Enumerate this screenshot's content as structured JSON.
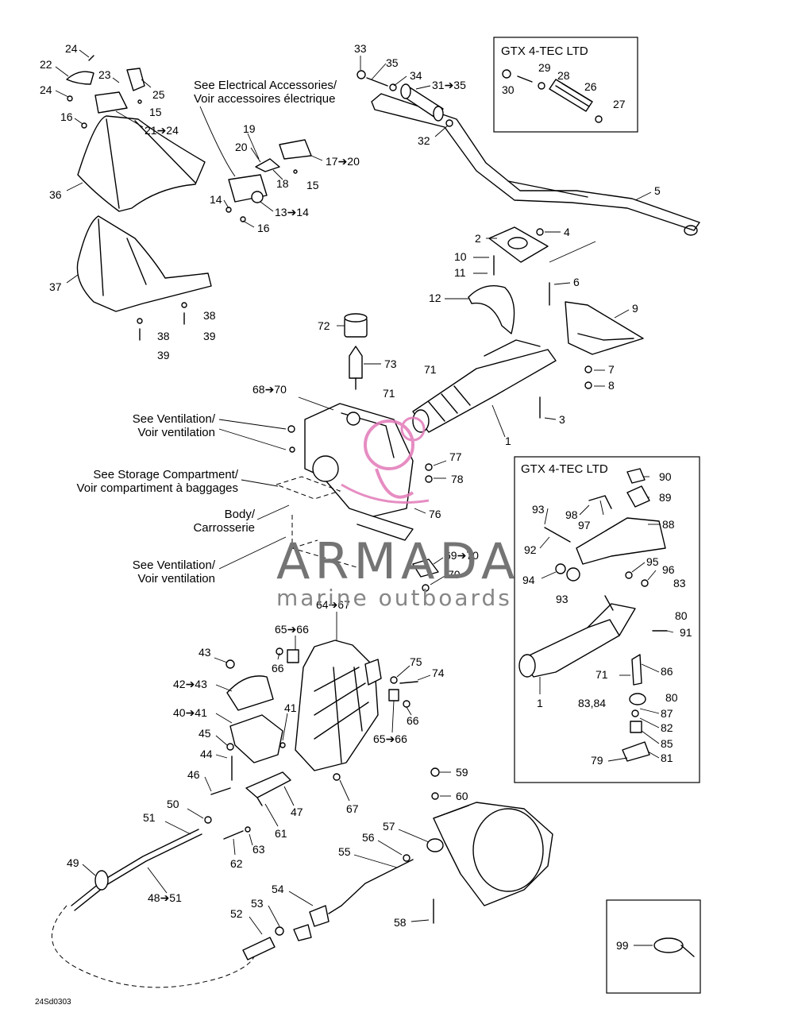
{
  "callouts": [
    {
      "id": "c24a",
      "text": "24"
    },
    {
      "id": "c22",
      "text": "22"
    },
    {
      "id": "c23",
      "text": "23"
    },
    {
      "id": "c25",
      "text": "25"
    },
    {
      "id": "c24b",
      "text": "24"
    },
    {
      "id": "c16a",
      "text": "16"
    },
    {
      "id": "c15a",
      "text": "15"
    },
    {
      "id": "c21",
      "text": "21➔24"
    },
    {
      "id": "c36",
      "text": "36"
    },
    {
      "id": "c19",
      "text": "19"
    },
    {
      "id": "c20",
      "text": "20"
    },
    {
      "id": "c17",
      "text": "17➔20"
    },
    {
      "id": "c18",
      "text": "18"
    },
    {
      "id": "c15b",
      "text": "15"
    },
    {
      "id": "c14",
      "text": "14"
    },
    {
      "id": "c13",
      "text": "13➔14"
    },
    {
      "id": "c16b",
      "text": "16"
    },
    {
      "id": "c37",
      "text": "37"
    },
    {
      "id": "c38a",
      "text": "38"
    },
    {
      "id": "c38b",
      "text": "38"
    },
    {
      "id": "c39a",
      "text": "39"
    },
    {
      "id": "c39b",
      "text": "39"
    },
    {
      "id": "c33",
      "text": "33"
    },
    {
      "id": "c35",
      "text": "35"
    },
    {
      "id": "c34",
      "text": "34"
    },
    {
      "id": "c31",
      "text": "31➔35"
    },
    {
      "id": "c32",
      "text": "32"
    },
    {
      "id": "c30",
      "text": "30"
    },
    {
      "id": "c29",
      "text": "29"
    },
    {
      "id": "c28",
      "text": "28"
    },
    {
      "id": "c26",
      "text": "26"
    },
    {
      "id": "c27",
      "text": "27"
    },
    {
      "id": "c5",
      "text": "5"
    },
    {
      "id": "c2",
      "text": "2"
    },
    {
      "id": "c4",
      "text": "4"
    },
    {
      "id": "c10",
      "text": "10"
    },
    {
      "id": "c11",
      "text": "11"
    },
    {
      "id": "c6",
      "text": "6"
    },
    {
      "id": "c12",
      "text": "12"
    },
    {
      "id": "c9",
      "text": "9"
    },
    {
      "id": "c72",
      "text": "72"
    },
    {
      "id": "c73",
      "text": "73"
    },
    {
      "id": "c71a",
      "text": "71"
    },
    {
      "id": "c71b",
      "text": "71"
    },
    {
      "id": "c7",
      "text": "7"
    },
    {
      "id": "c8",
      "text": "8"
    },
    {
      "id": "c68",
      "text": "68➔70"
    },
    {
      "id": "c3",
      "text": "3"
    },
    {
      "id": "c1a",
      "text": "1"
    },
    {
      "id": "c77",
      "text": "77"
    },
    {
      "id": "c78",
      "text": "78"
    },
    {
      "id": "c76",
      "text": "76"
    },
    {
      "id": "c69",
      "text": "69➔70"
    },
    {
      "id": "c70",
      "text": "70"
    },
    {
      "id": "c90",
      "text": "90"
    },
    {
      "id": "c89",
      "text": "89"
    },
    {
      "id": "c93a",
      "text": "93"
    },
    {
      "id": "c98",
      "text": "98"
    },
    {
      "id": "c97",
      "text": "97"
    },
    {
      "id": "c88",
      "text": "88"
    },
    {
      "id": "c92",
      "text": "92"
    },
    {
      "id": "c95",
      "text": "95"
    },
    {
      "id": "c96",
      "text": "96"
    },
    {
      "id": "c83a",
      "text": "83"
    },
    {
      "id": "c94",
      "text": "94"
    },
    {
      "id": "c93b",
      "text": "93"
    },
    {
      "id": "c80a",
      "text": "80"
    },
    {
      "id": "c91",
      "text": "91"
    },
    {
      "id": "c1b",
      "text": "1"
    },
    {
      "id": "c86",
      "text": "86"
    },
    {
      "id": "c71c",
      "text": "71"
    },
    {
      "id": "c80b",
      "text": "80"
    },
    {
      "id": "c8384",
      "text": "83,84"
    },
    {
      "id": "c87",
      "text": "87"
    },
    {
      "id": "c82",
      "text": "82"
    },
    {
      "id": "c85",
      "text": "85"
    },
    {
      "id": "c79",
      "text": "79"
    },
    {
      "id": "c81",
      "text": "81"
    },
    {
      "id": "c64",
      "text": "64➔67"
    },
    {
      "id": "c65a",
      "text": "65➔66"
    },
    {
      "id": "c66a",
      "text": "66"
    },
    {
      "id": "c43",
      "text": "43"
    },
    {
      "id": "c42",
      "text": "42➔43"
    },
    {
      "id": "c40",
      "text": "40➔41"
    },
    {
      "id": "c41",
      "text": "41"
    },
    {
      "id": "c45",
      "text": "45"
    },
    {
      "id": "c44",
      "text": "44"
    },
    {
      "id": "c46",
      "text": "46"
    },
    {
      "id": "c75",
      "text": "75"
    },
    {
      "id": "c74",
      "text": "74"
    },
    {
      "id": "c66b",
      "text": "66"
    },
    {
      "id": "c65b",
      "text": "65➔66"
    },
    {
      "id": "c67",
      "text": "67"
    },
    {
      "id": "c47",
      "text": "47"
    },
    {
      "id": "c50",
      "text": "50"
    },
    {
      "id": "c61",
      "text": "61"
    },
    {
      "id": "c51",
      "text": "51"
    },
    {
      "id": "c62",
      "text": "62"
    },
    {
      "id": "c63",
      "text": "63"
    },
    {
      "id": "c49",
      "text": "49"
    },
    {
      "id": "c48",
      "text": "48➔51"
    },
    {
      "id": "c59",
      "text": "59"
    },
    {
      "id": "c60",
      "text": "60"
    },
    {
      "id": "c57",
      "text": "57"
    },
    {
      "id": "c56",
      "text": "56"
    },
    {
      "id": "c55",
      "text": "55"
    },
    {
      "id": "c54",
      "text": "54"
    },
    {
      "id": "c53",
      "text": "53"
    },
    {
      "id": "c52",
      "text": "52"
    },
    {
      "id": "c58",
      "text": "58"
    },
    {
      "id": "c99",
      "text": "99"
    }
  ],
  "notes": {
    "electrical": [
      "See Electrical Accessories/",
      "Voir accessoires électrique"
    ],
    "ventilation_top": [
      "See Ventilation/",
      "Voir ventilation"
    ],
    "storage": [
      "See Storage Compartment/",
      "Voir compartiment à baggages"
    ],
    "body": [
      "Body/",
      "Carrosserie"
    ],
    "ventilation_bottom": [
      "See Ventilation/",
      "Voir ventilation"
    ]
  },
  "boxes": {
    "gtx_top_title": "GTX 4-TEC LTD",
    "gtx_side_title": "GTX 4-TEC LTD"
  },
  "watermark": {
    "brand": "ARMADA",
    "tagline": "marine outboards",
    "accent_color": "#e27ab8"
  },
  "drawing_code": "24Sd0303"
}
